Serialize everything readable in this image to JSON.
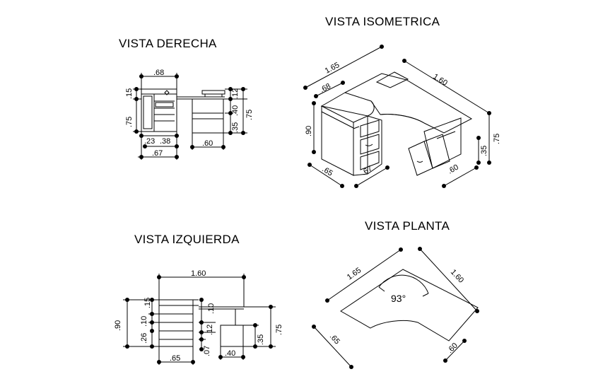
{
  "views": {
    "derecha": {
      "title": "VISTA DERECHA",
      "dims": {
        "top": ".68",
        "h15": ".15",
        "h75l": ".75",
        "r12": ".12",
        "r40": ".40",
        "r35": ".35",
        "r75": ".75",
        "d23": ".23",
        "d38": ".38",
        "d67": ".67",
        "d60": ".60"
      }
    },
    "isometrica": {
      "title": "VISTA ISOMETRICA",
      "dims": {
        "l165": "1.65",
        "r160": "1.60",
        "l68": ".68",
        "h90": ".90",
        "b65": ".65",
        "b67": ".67",
        "b60": ".60",
        "r35": ".35",
        "r75": ".75"
      }
    },
    "izquierda": {
      "title": "VISTA IZQUIERDA",
      "dims": {
        "top": "1.60",
        "h90": ".90",
        "h15": ".15",
        "h10": ".10",
        "h26": ".26",
        "m10": ".10",
        "m12": ".12",
        "m07": ".07",
        "b65": ".65",
        "b40": ".40",
        "r35": ".35",
        "r75": ".75"
      }
    },
    "planta": {
      "title": "VISTA PLANTA",
      "dims": {
        "l165": "1.65",
        "r160": "1.60",
        "angle": "93°",
        "l65": ".65",
        "r60": ".60"
      }
    }
  }
}
